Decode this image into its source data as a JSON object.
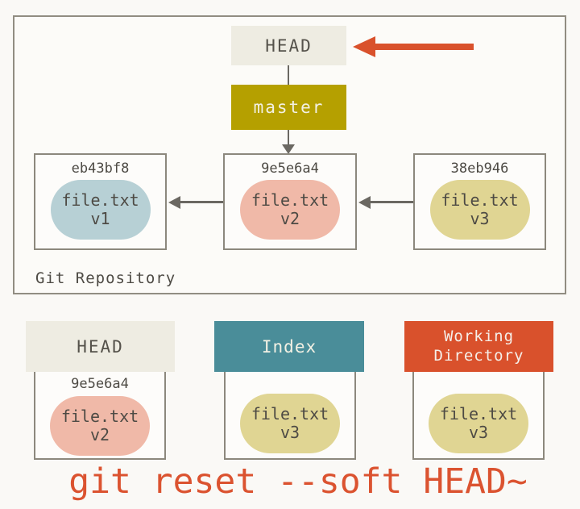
{
  "colors": {
    "background": "#FAF9F6",
    "box_border": "#8C887D",
    "box_fill": "#FDFCFA",
    "cream_header": "#EEECE2",
    "gold_branch": "#B5A000",
    "teal_index": "#4A8D99",
    "orange_workdir": "#D9512C",
    "arrow_gray": "#6B6862",
    "red_arrow": "#D9512C",
    "text_dark": "#4D4A44",
    "text_light": "#F3F1E4",
    "pill_blue": "#B7D0D5",
    "pill_salmon": "#F0B9A8",
    "pill_khaki": "#E0D593",
    "caption_orange": "#DB5330"
  },
  "repository": {
    "label": "Git Repository",
    "head_ref": "HEAD",
    "branch_ref": "master",
    "commits": [
      {
        "hash": "eb43bf8",
        "file": "file.txt",
        "version": "v1"
      },
      {
        "hash": "9e5e6a4",
        "file": "file.txt",
        "version": "v2"
      },
      {
        "hash": "38eb946",
        "file": "file.txt",
        "version": "v3"
      }
    ]
  },
  "areas": [
    {
      "title": "HEAD",
      "hash": "9e5e6a4",
      "file": "file.txt",
      "version": "v2"
    },
    {
      "title": "Index",
      "file": "file.txt",
      "version": "v3"
    },
    {
      "title": "Working Directory",
      "file": "file.txt",
      "version": "v3"
    }
  ],
  "caption": "git reset --soft HEAD~"
}
